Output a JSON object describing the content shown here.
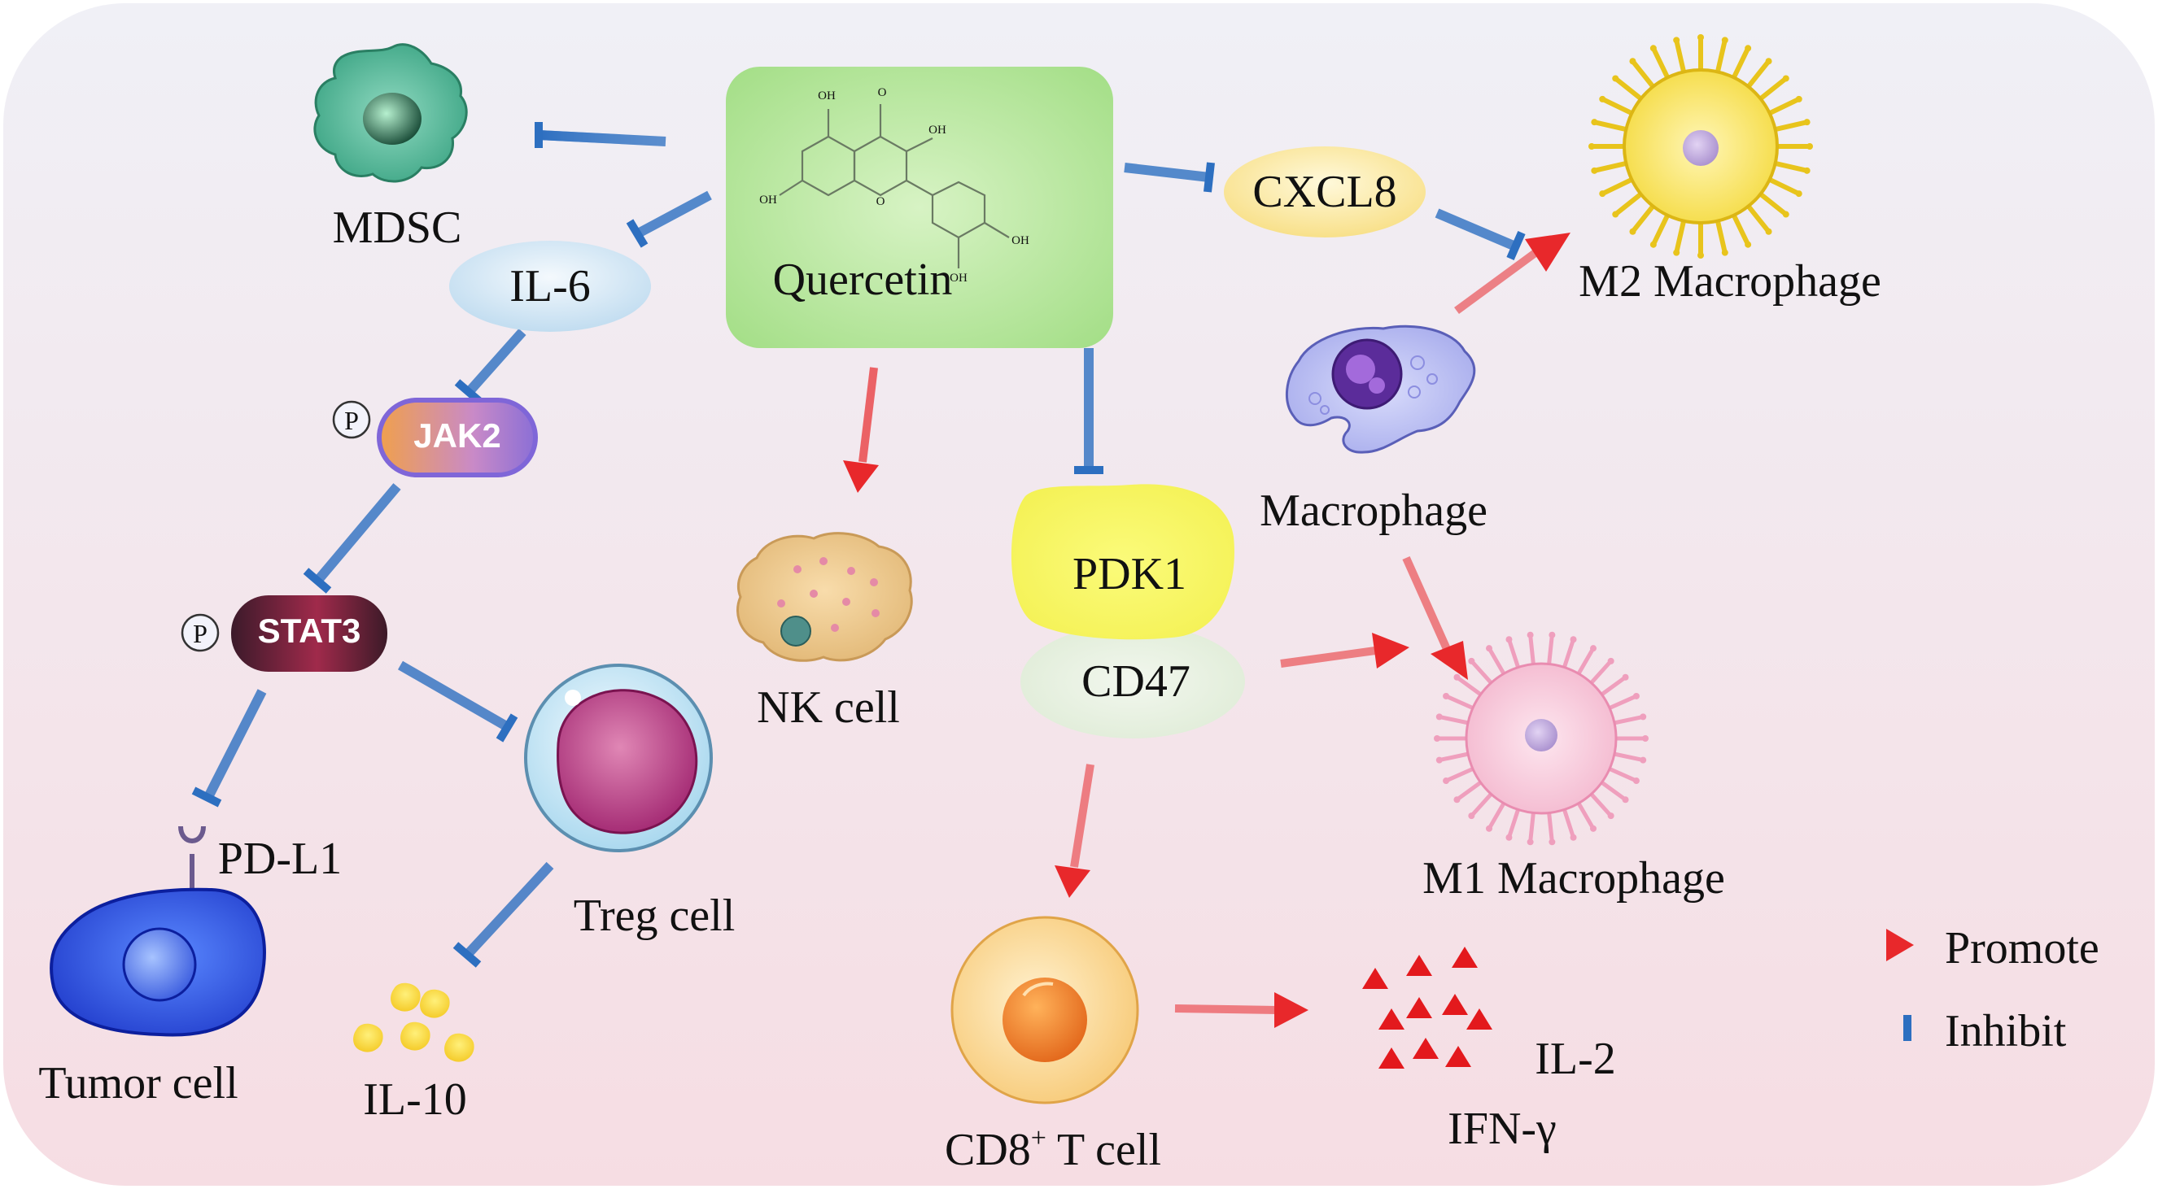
{
  "nodes": {
    "quercetin": "Quercetin",
    "mdsc": "MDSC",
    "il6": "IL-6",
    "jak2": "JAK2",
    "stat3": "STAT3",
    "phospho_symbol": "P",
    "pdl1": "PD-L1",
    "tumor_cell": "Tumor cell",
    "il10": "IL-10",
    "treg_cell": "Treg cell",
    "nk_cell": "NK cell",
    "pdk1": "PDK1",
    "cd47": "CD47",
    "cd8_main": "CD8",
    "cd8_sup": "+",
    "cd8_tail": " T cell",
    "il2": "IL-2",
    "ifng": "IFN-γ",
    "cxcl8": "CXCL8",
    "m2_macrophage": "M2 Macrophage",
    "macrophage": "Macrophage",
    "m1_macrophage": "M1 Macrophage"
  },
  "molecule_atoms": {
    "hydroxyl_label": "OH",
    "ketone_label": "O",
    "ring_oxygen_label": "O"
  },
  "legend": {
    "promote": "Promote",
    "inhibit": "Inhibit"
  },
  "colors": {
    "promote_arrow": "#e8282b",
    "inhibit_arrow": "#2d6fc0",
    "quercetin_box": "#a8e28c",
    "background_top": "#f1f1f6",
    "background_bottom": "#f5dfe4"
  }
}
